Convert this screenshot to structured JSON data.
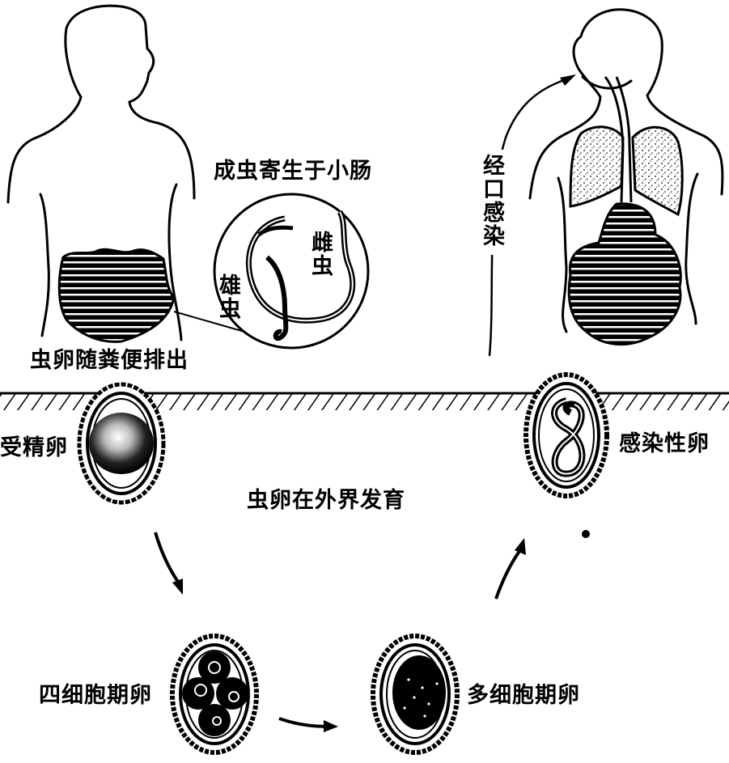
{
  "title": "Ascaris lumbricoides life cycle",
  "colors": {
    "ink": "#000000",
    "paper": "#ffffff"
  },
  "labels": {
    "adult_location": "成虫寄生于小肠",
    "female_worm": "雌虫",
    "male_worm": "雄虫",
    "eggs_excreted": "虫卵随粪便排出",
    "fertilized_egg": "受精卵",
    "development_outside": "虫卵在外界发育",
    "oral_infection": "经口感染",
    "infective_egg": "感染性卵",
    "four_cell_egg": "四细胞期卵",
    "multi_cell_egg": "多细胞期卵"
  },
  "stages": [
    {
      "id": "fertilized",
      "label_ref": "fertilized_egg",
      "order": 1
    },
    {
      "id": "four-cell",
      "label_ref": "four_cell_egg",
      "order": 2
    },
    {
      "id": "multi-cell",
      "label_ref": "multi_cell_egg",
      "order": 3
    },
    {
      "id": "infective",
      "label_ref": "infective_egg",
      "order": 4
    }
  ]
}
